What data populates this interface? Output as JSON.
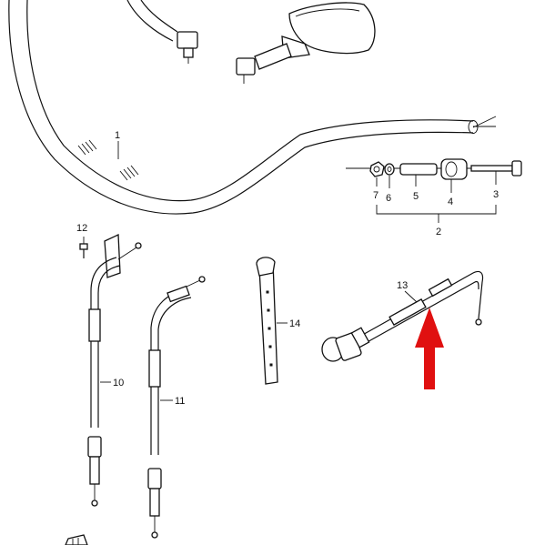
{
  "labels": {
    "p1": "1",
    "p2": "2",
    "p3": "3",
    "p4": "4",
    "p5": "5",
    "p6": "6",
    "p7": "7",
    "p10": "10",
    "p11": "11",
    "p12": "12",
    "p13": "13",
    "p14": "14"
  },
  "colors": {
    "line": "#111111",
    "background": "#ffffff",
    "arrow": "#e01010"
  }
}
